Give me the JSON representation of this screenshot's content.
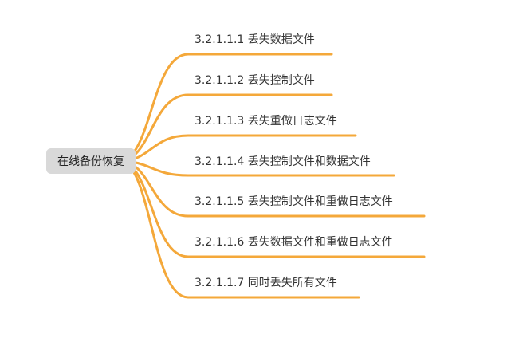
{
  "root": {
    "label": "在线备份恢复"
  },
  "branches": [
    {
      "label": "3.2.1.1.1 丢失数据文件"
    },
    {
      "label": "3.2.1.1.2 丢失控制文件"
    },
    {
      "label": "3.2.1.1.3 丢失重做日志文件"
    },
    {
      "label": "3.2.1.1.4 丢失控制文件和数据文件"
    },
    {
      "label": "3.2.1.1.5 丢失控制文件和重做日志文件"
    },
    {
      "label": "3.2.1.1.6 丢失数据文件和重做日志文件"
    },
    {
      "label": "3.2.1.1.7 同时丢失所有文件"
    }
  ],
  "colors": {
    "branch": "#f4a83a",
    "root_bg": "#d9d9d9",
    "text": "#333333"
  }
}
